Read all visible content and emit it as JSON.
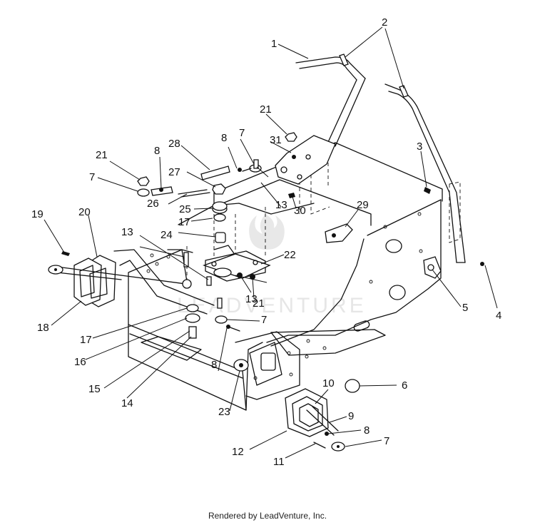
{
  "watermark": "LEADVENTURE",
  "footer": "Rendered by LeadVenture, Inc.",
  "callouts": {
    "c1": "1",
    "c2": "2",
    "c3": "3",
    "c4": "4",
    "c5": "5",
    "c6": "6",
    "c7a": "7",
    "c7b": "7",
    "c7c": "7",
    "c7d": "7",
    "c8a": "8",
    "c8b": "8",
    "c8c": "8",
    "c8d": "8",
    "c9": "9",
    "c10": "10",
    "c11": "11",
    "c12": "12",
    "c13a": "13",
    "c13b": "13",
    "c13c": "13",
    "c14": "14",
    "c15": "15",
    "c16": "16",
    "c17a": "17",
    "c17b": "17",
    "c18": "18",
    "c19": "19",
    "c20": "20",
    "c21a": "21",
    "c21b": "21",
    "c21c": "21",
    "c22": "22",
    "c23": "23",
    "c24": "24",
    "c25": "25",
    "c26": "26",
    "c27": "27",
    "c28": "28",
    "c29": "29",
    "c30": "30",
    "c31": "31"
  }
}
